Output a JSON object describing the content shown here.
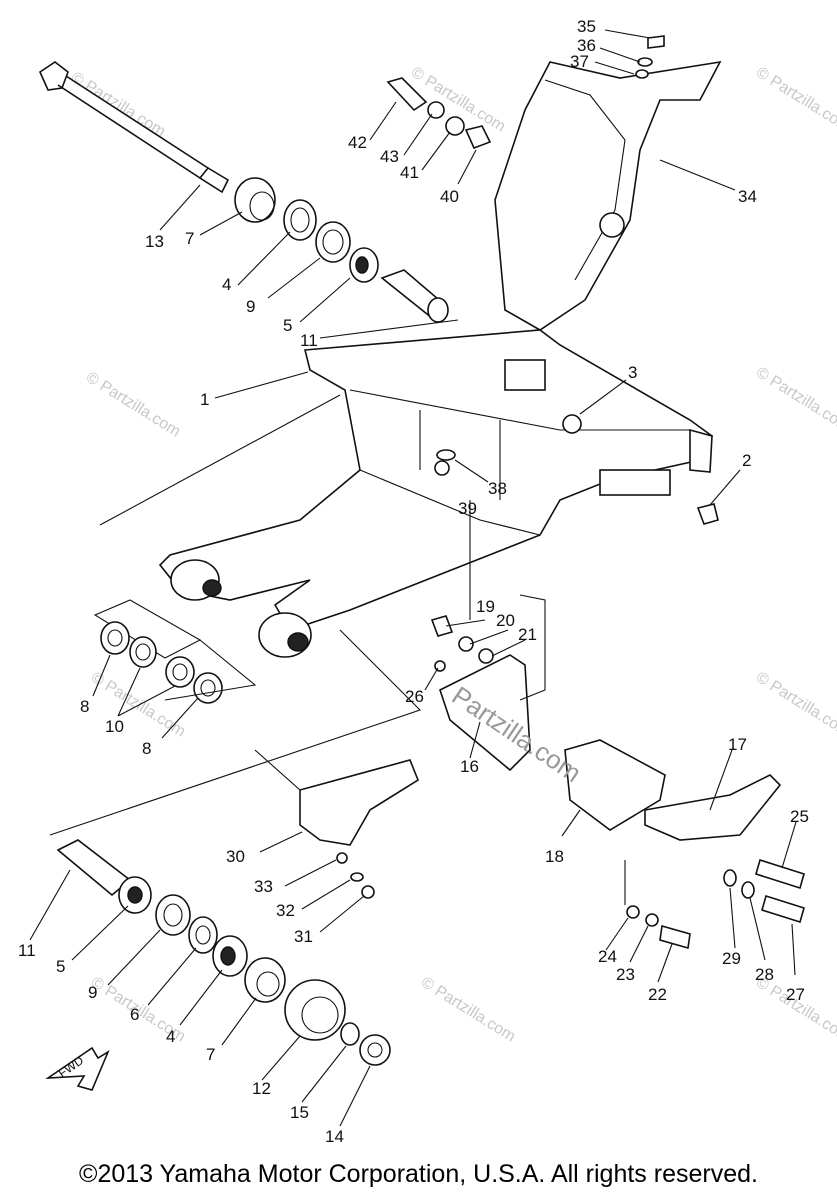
{
  "labels": [
    "35",
    "36",
    "37",
    "34",
    "42",
    "43",
    "41",
    "40",
    "13",
    "7",
    "4",
    "9",
    "5",
    "11",
    "1",
    "3",
    "2",
    "38",
    "39",
    "19",
    "20",
    "21",
    "26",
    "16",
    "17",
    "18",
    "25",
    "8",
    "10",
    "8",
    "30",
    "33",
    "32",
    "31",
    "11",
    "5",
    "9",
    "6",
    "4",
    "7",
    "12",
    "15",
    "14",
    "24",
    "23",
    "22",
    "29",
    "28",
    "27"
  ],
  "watermark": "© Partzilla.com",
  "center_watermark": "Partzilla.com",
  "fwd_label": "FWD",
  "copyright": "©2013 Yamaha Motor Corporation, U.S.A. All rights reserved."
}
